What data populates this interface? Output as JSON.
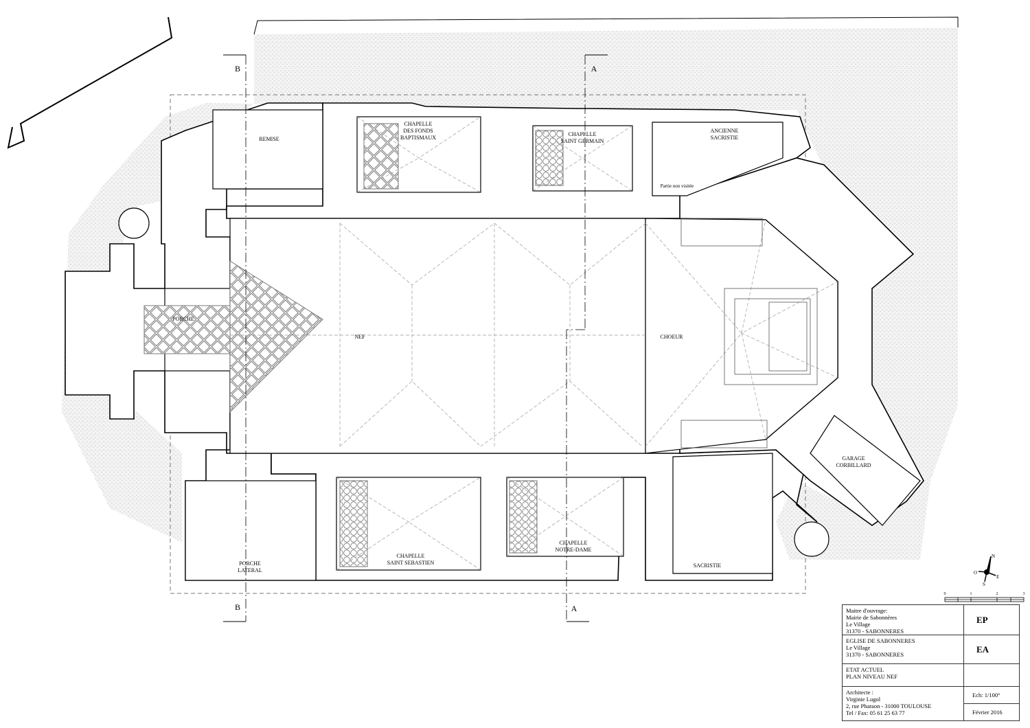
{
  "plan": {
    "rooms": {
      "remise": "REMISE",
      "chapelle_fonds": [
        "CHAPELLE",
        "DES FONDS",
        "BAPTISMAUX"
      ],
      "chapelle_germain": [
        "CHAPELLE",
        "SAINT GERMAIN"
      ],
      "ancienne_sacristie": [
        "ANCIENNE",
        "SACRISTIE"
      ],
      "partie_non_visitee": "Partie non visitée",
      "porche": "PORCHE",
      "nef": "NEF",
      "choeur": "CHOEUR",
      "garage": [
        "GARAGE",
        "CORBILLARD"
      ],
      "porche_lateral": [
        "PORCHE",
        "LATERAL"
      ],
      "chapelle_sebastien": [
        "CHAPELLE",
        "SAINT SEBASTIEN"
      ],
      "chapelle_notre_dame": [
        "CHAPELLE",
        "NOTRE-DAME"
      ],
      "sacristie": "SACRISTIE"
    },
    "sections": {
      "a": "A",
      "b": "B"
    },
    "compass": {
      "n": "N",
      "s": "S",
      "e": "E",
      "o": "O"
    },
    "scale_ticks": [
      "0",
      "1",
      "2",
      "3"
    ]
  },
  "title_block": {
    "owner": [
      "Maitre d'ouvrage:",
      "Mairie de Sabonnères",
      "Le Village",
      "31370 - SABONNERES"
    ],
    "code_ep": "EP",
    "project": [
      "EGLISE DE SABONNERES",
      "Le Village",
      "31370 - SABONNERES"
    ],
    "code_ea": "EA",
    "drawing": [
      "ETAT ACTUEL",
      "PLAN NIVEAU NEF"
    ],
    "architect": [
      "Architecte :",
      "Virginie Lugol",
      "2, rue Pharaon - 31000 TOULOUSE",
      "Tel / Fax: 05 61 25 63 77"
    ],
    "scale": "Ech: 1/100°",
    "date": "Février 2016"
  }
}
